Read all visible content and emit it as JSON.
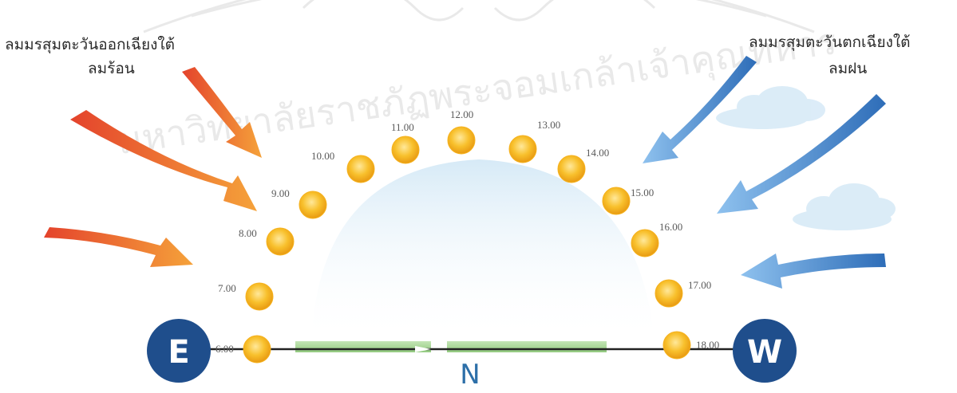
{
  "wind_left": {
    "line1": "ลมมรสุมตะวันออกเฉียงใต้",
    "line2": "ลมร้อน",
    "color": "#e8552c"
  },
  "wind_right": {
    "line1": "ลมมรสุมตะวันตกเฉียงใต้",
    "line2": "ลมฝน",
    "color": "#3b7fc9"
  },
  "sun_path": {
    "times": [
      "6.00",
      "7.00",
      "8.00",
      "9.00",
      "10.00",
      "11.00",
      "12.00",
      "13.00",
      "14.00",
      "15.00",
      "16.00",
      "17.00",
      "18.00"
    ],
    "sun_color": "#f6b21c"
  },
  "compass": {
    "east": "E",
    "west": "W",
    "north": "N",
    "badge_color": "#1f4e8c"
  },
  "watermark": "มหาวิทยาลัยราชภัฏพระจอมเกล้าเจ้าคุณทหาร"
}
